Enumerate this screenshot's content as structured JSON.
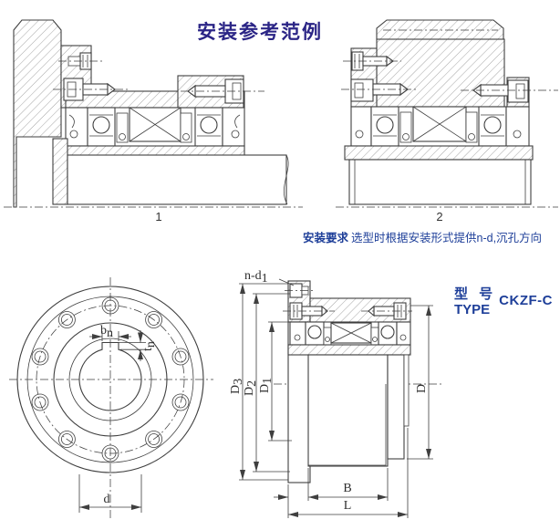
{
  "title": "安装参考范例",
  "note": {
    "bold": "安装要求",
    "rest": "选型时根据安装形式提供n-d,沉孔方向"
  },
  "type_block": {
    "cn": "型 号",
    "en": "TYPE",
    "value": "CKZF-C"
  },
  "figures": {
    "fig1": "1",
    "fig2": "2"
  },
  "dims": {
    "n_d1": {
      "main": "n-d",
      "sub": "1"
    },
    "D3": {
      "main": "D",
      "sub": "3"
    },
    "D2": {
      "main": "D",
      "sub": "2"
    },
    "D1": {
      "main": "D",
      "sub": "1"
    },
    "D": {
      "main": "D"
    },
    "B": "B",
    "L": "L",
    "d": "d",
    "bn": {
      "main": "b",
      "sub": "n"
    },
    "tn": {
      "main": "t",
      "sub": "n"
    }
  },
  "colors": {
    "title": "#2b2586",
    "note": "#1e3f99",
    "line": "#3f3f3f",
    "hatch": "#9b9b9b",
    "background": "#ffffff"
  }
}
